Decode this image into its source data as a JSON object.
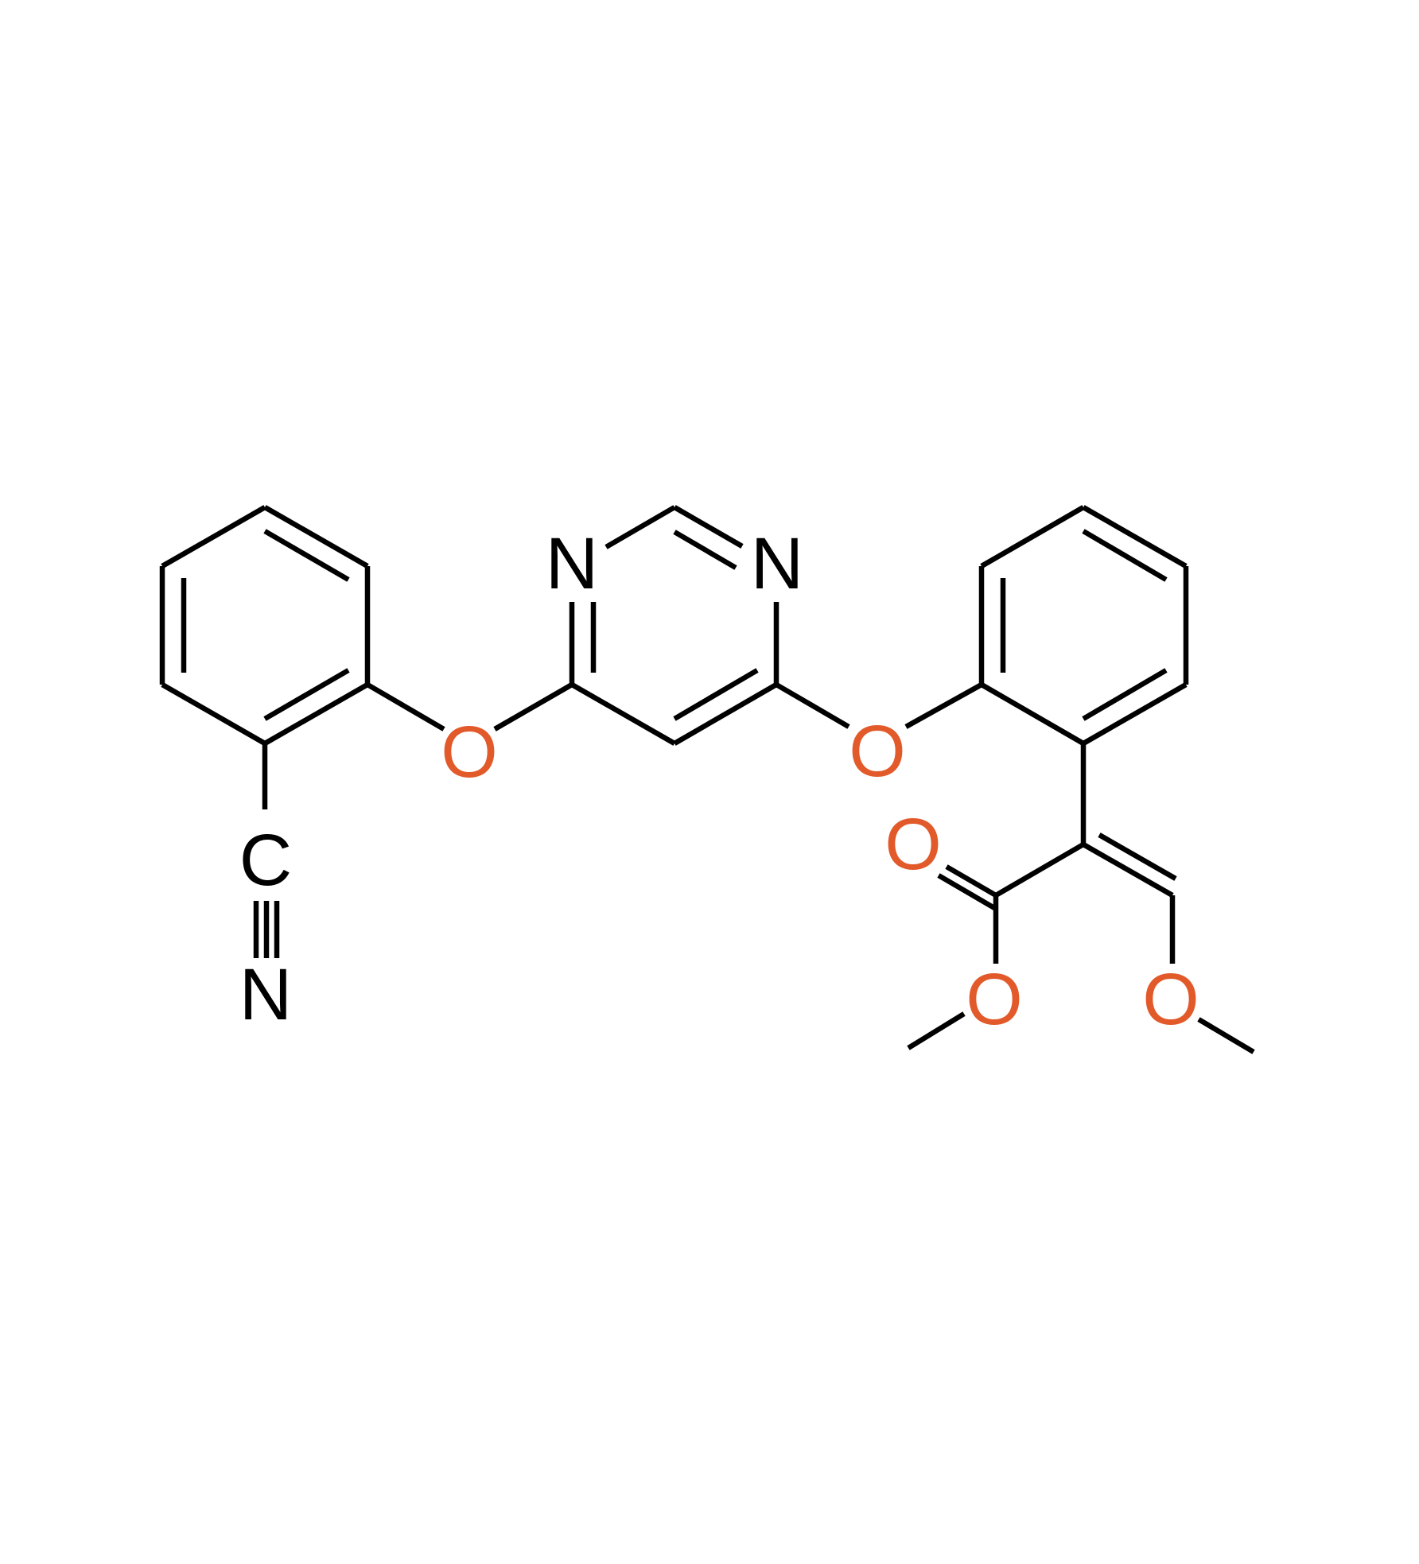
{
  "colors": {
    "bond": "#000000",
    "carbon_nitrogen": "#000000",
    "oxygen": "#E2592A",
    "background": "#FFFFFF"
  },
  "atoms": {
    "N_pyr1": "N",
    "N_pyr2": "N",
    "O_ether_left": "O",
    "O_ether_right": "O",
    "C_nitrile": "C",
    "N_nitrile": "N",
    "O_carbonyl": "O",
    "O_ester": "O",
    "O_methoxy": "O"
  }
}
